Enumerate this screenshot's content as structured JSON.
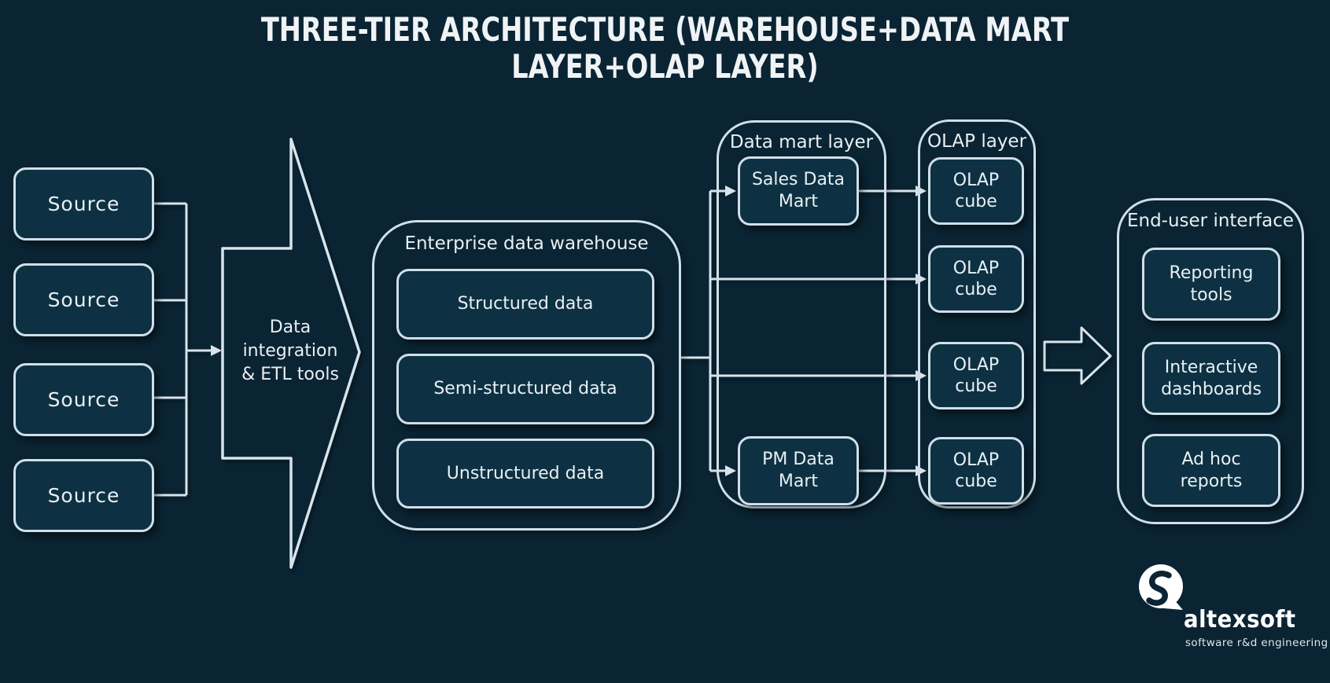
{
  "title": {
    "full": "THREE-TIER ARCHITECTURE (WAREHOUSE+DATA MART LAYER+OLAP LAYER)",
    "lines": [
      "THREE-TIER ARCHITECTURE (WAREHOUSE+DATA MART",
      "LAYER+OLAP LAYER)"
    ]
  },
  "sources": [
    "Source",
    "Source",
    "Source",
    "Source"
  ],
  "etl": {
    "label": "Data integration & ETL tools",
    "lines": [
      "Data",
      "integration",
      "& ETL tools"
    ]
  },
  "warehouse": {
    "title": "Enterprise data warehouse",
    "items": [
      "Structured data",
      "Semi-structured data",
      "Unstructured data"
    ]
  },
  "data_mart": {
    "title": "Data mart layer",
    "items": [
      "Sales Data Mart",
      "PM Data Mart"
    ]
  },
  "olap": {
    "title": "OLAP layer",
    "cubes": [
      "OLAP cube",
      "OLAP cube",
      "OLAP cube",
      "OLAP cube"
    ]
  },
  "end_user": {
    "title": "End-user interface",
    "items": [
      "Reporting tools",
      "Interactive dashboards",
      "Ad hoc reports"
    ]
  },
  "branding": {
    "name": "altexsoft",
    "tagline": "software r&d engineering"
  },
  "colors": {
    "background": "#0a2433",
    "box_fill": "#0d3143",
    "stroke": "#cfdfe9",
    "wire": "#d8e4ec",
    "text": "#e9eff3",
    "logo_white": "#ffffff"
  }
}
